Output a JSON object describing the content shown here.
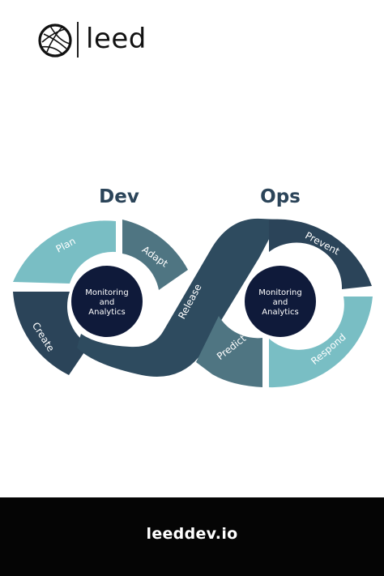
{
  "brand": {
    "name": "leed",
    "website": "leeddev.io"
  },
  "diagram": {
    "dev_title": "Dev",
    "ops_title": "Ops",
    "left_hub": {
      "line1": "Monitoring",
      "line2": "and",
      "line3": "Analytics"
    },
    "right_hub": {
      "line1": "Monitoring",
      "line2": "and",
      "line3": "Analytics"
    },
    "stages": {
      "plan": "Plan",
      "adapt": "Adapt",
      "create": "Create",
      "release": "Release",
      "prevent": "Prevent",
      "predict": "Predict",
      "respond": "Respond"
    }
  },
  "colors": {
    "teal": "#79bec4",
    "slate": "#4f7582",
    "dark": "#2b4459",
    "navy": "#0f1a3a",
    "footer_bg": "#050505"
  }
}
